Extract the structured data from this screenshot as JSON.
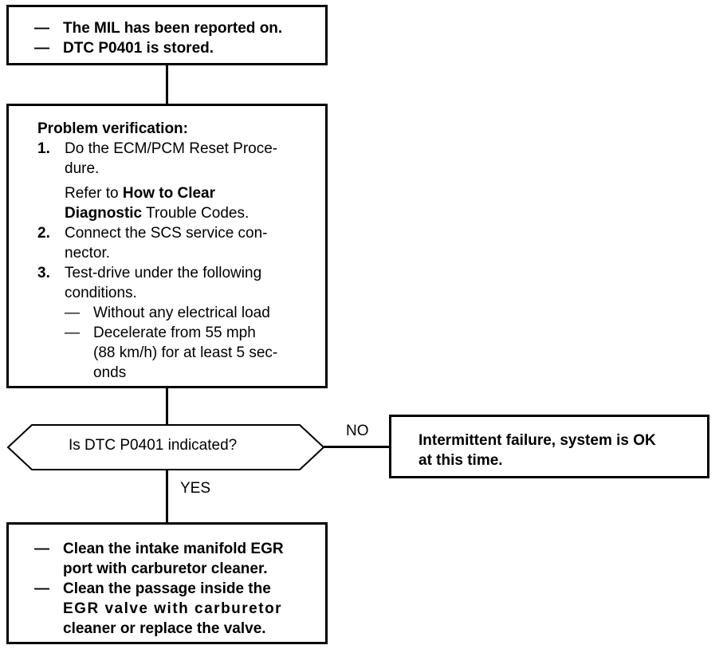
{
  "box1": {
    "lines": [
      "The MIL has been reported on.",
      "DTC P0401 is stored."
    ],
    "dash": "—"
  },
  "box2": {
    "heading": "Problem verification:",
    "step1_num": "1.",
    "step1_a": "Do the ECM/PCM Reset Proce-",
    "step1_b": "dure.",
    "step1_ref_a_prefix": "Refer to ",
    "step1_ref_a_bold": "How to Clear",
    "step1_ref_b_bold": "Diagnostic",
    "step1_ref_b_rest": " Trouble Codes.",
    "step2_num": "2.",
    "step2_a": "Connect the SCS service con-",
    "step2_b": "nector.",
    "step3_num": "3.",
    "step3_a": "Test-drive under the following",
    "step3_b": "conditions.",
    "cond1": "Without any electrical load",
    "cond2_a": "Decelerate from 55 mph",
    "cond2_b": "(88 km/h) for at least 5 sec-",
    "cond2_c": "onds",
    "dash": "—"
  },
  "decision": {
    "question": "Is DTC P0401 indicated?",
    "no_label": "NO",
    "yes_label": "YES"
  },
  "box_no": {
    "line1": "Intermittent failure, system is OK",
    "line2": "at this time."
  },
  "box_yes": {
    "dash": "—",
    "item1_a": "Clean the intake manifold EGR",
    "item1_b": "port with carburetor cleaner.",
    "item2_a": "Clean the passage inside the",
    "item2_b": "EGR valve with carburetor",
    "item2_c": "cleaner or replace the valve."
  }
}
